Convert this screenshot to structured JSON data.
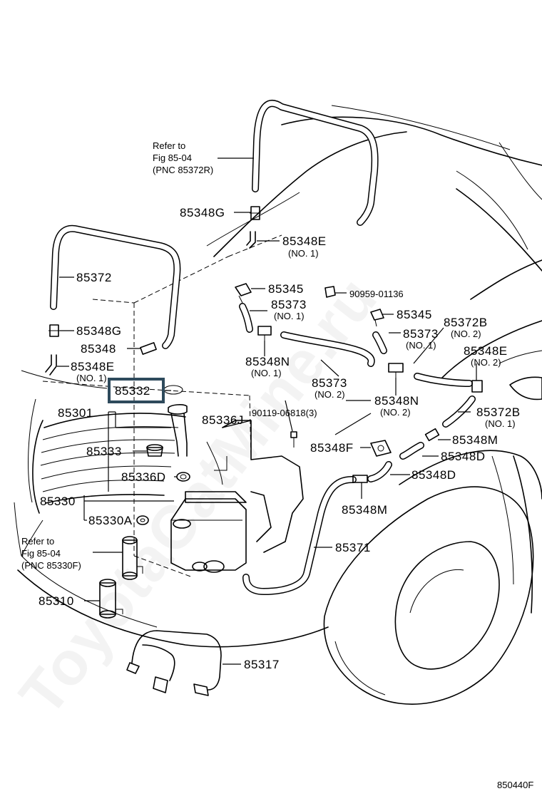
{
  "diagram_id": "850440F",
  "watermark": "ToyotaCatMine.ru",
  "highlight_part": "85332",
  "references": {
    "top": [
      "Refer to",
      "Fig  85-04",
      "(PNC 85372R)"
    ],
    "left": [
      "Refer to",
      "Fig  85-04",
      "(PNC 85330F)"
    ]
  },
  "labels": {
    "p85348G_top": "85348G",
    "p85348E_top": "85348E",
    "p85348E_top_sub": "(NO. 1)",
    "p85372": "85372",
    "p85348G_left": "85348G",
    "p85348": "85348",
    "p85348E_left": "85348E",
    "p85348E_left_sub": "(NO. 1)",
    "p85332": "85332",
    "p85301": "85301",
    "p85333": "85333",
    "p85336D": "85336D",
    "p85330": "85330",
    "p85330A": "85330A",
    "p85310": "85310",
    "p85317": "85317",
    "p85336J": "85336J",
    "p90119": "90119-06818(3)",
    "p85348F": "85348F",
    "p85348M_bottom": "85348M",
    "p85371": "85371",
    "p85345_a": "85345",
    "p85373_a": "85373",
    "p85373_a_sub": "(NO. 1)",
    "p85348N_a": "85348N",
    "p85348N_a_sub": "(NO. 1)",
    "p85373_b": "85373",
    "p85373_b_sub": "(NO. 2)",
    "p85348N_b": "85348N",
    "p85348N_b_sub": "(NO. 2)",
    "p90959": "90959-01136",
    "p85345_b": "85345",
    "p85373_c": "85373",
    "p85373_c_sub": "(NO. 1)",
    "p85372B_a": "85372B",
    "p85372B_a_sub": "(NO. 2)",
    "p85348E_right": "85348E",
    "p85348E_right_sub": "(NO. 2)",
    "p85372B_b": "85372B",
    "p85372B_b_sub": "(NO. 1)",
    "p85348M_right": "85348M",
    "p85348D_a": "85348D",
    "p85348D_b": "85348D"
  },
  "colors": {
    "ink": "#000000",
    "highlight_border": "#2e4a5c",
    "background": "#ffffff"
  }
}
